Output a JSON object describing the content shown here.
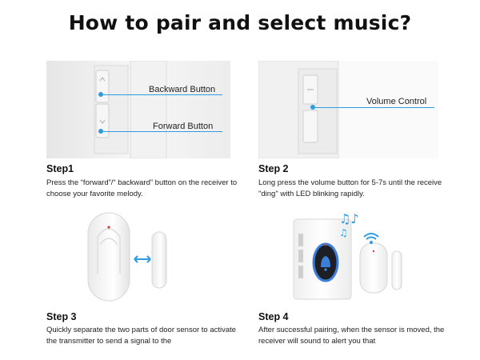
{
  "title": "How to pair and select music?",
  "steps": [
    {
      "heading": "Step1",
      "text": "Press the “forward”/“ backward” button on the receiver to choose your favorite melody.",
      "callouts": [
        "Backward Button",
        "Forward Button"
      ]
    },
    {
      "heading": "Step 2",
      "text": "Long press the volume button for 5-7s until the receive \"ding\" with LED blinking rapidly.",
      "callouts": [
        "Volume Control"
      ]
    },
    {
      "heading": "Step 3",
      "text": "Quickly separate the two parts of door sensor to activate the transmitter to send a signal to the"
    },
    {
      "heading": "Step 4",
      "text": "After successful pairing, when the sensor is moved, the receiver will sound to alert you that"
    }
  ],
  "colors": {
    "accent": "#2f9be0",
    "device": "#f3f3f3",
    "ring": "#3b7fd8"
  },
  "icons": [
    "music-notes-icon",
    "wifi-icon",
    "bell-icon",
    "double-arrow-icon"
  ]
}
